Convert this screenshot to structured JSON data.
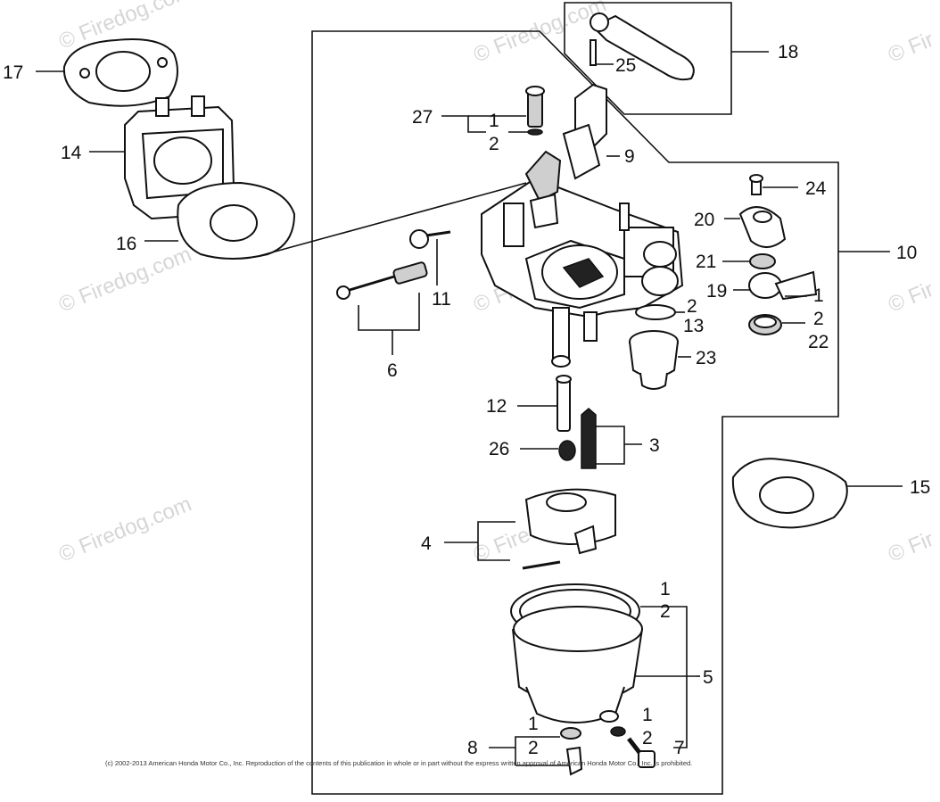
{
  "watermarks": [
    "© Firedog.com",
    "© Firedog.com",
    "© Firedog.com",
    "© Firedog.com",
    "© Firedog.com",
    "© Firedog.com",
    "© Fir",
    "© Fir",
    "© Fir"
  ],
  "copyright": "(c) 2002-2013 American Honda Motor Co., Inc. Reproduction of the contents of this publication in whole or in part without the express written approval of American Honda Motor Co., Inc. is prohibited.",
  "callouts": {
    "c17": "17",
    "c14": "14",
    "c16": "16",
    "c18": "18",
    "c25": "25",
    "c27": "27",
    "c27_1": "1",
    "c27_2": "2",
    "c9": "9",
    "c24": "24",
    "c20": "20",
    "c10": "10",
    "c21": "21",
    "c19": "19",
    "c19_1": "1",
    "c22_2": "2",
    "c22": "22",
    "c11": "11",
    "c6": "6",
    "c13_2": "2",
    "c13": "13",
    "c23": "23",
    "c12": "12",
    "c26": "26",
    "c3": "3",
    "c15": "15",
    "c4": "4",
    "c5_1": "1",
    "c5_2": "2",
    "c5": "5",
    "c8_1": "1",
    "c8_2": "2",
    "c8": "8",
    "c7_1": "1",
    "c7_2": "2",
    "c7": "7"
  }
}
